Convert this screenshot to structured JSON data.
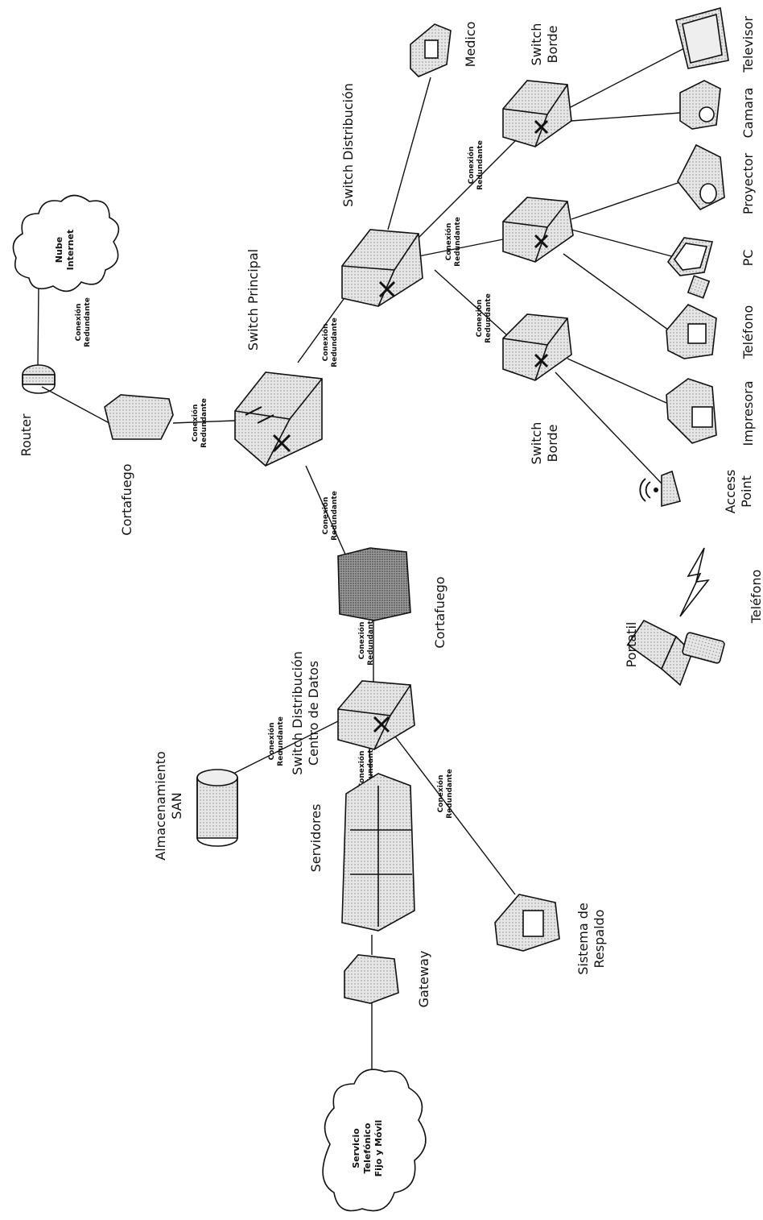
{
  "labels": {
    "router": "Router",
    "cortafuego_top": "Cortafuego",
    "switch_principal": "Switch Principal",
    "switch_distribucion": "Switch Distribución",
    "medico": "Medico",
    "switch_borde_top_1": "Switch",
    "switch_borde_top_2": "Borde",
    "switch_borde_bottom_1": "Switch",
    "switch_borde_bottom_2": "Borde",
    "televisor": "Televisor",
    "camara": "Camara",
    "proyector": "Proyector",
    "pc": "PC",
    "telefono_1": "Teléfono",
    "impresora": "Impresora",
    "access_point_1": "Access",
    "access_point_2": "Point",
    "portatil": "Portatil",
    "telefono_2": "Teléfono",
    "cortafuego_mid": "Cortafuego",
    "sw_dc_1": "Switch Distribución",
    "sw_dc_2": "Centro de Datos",
    "almacenamiento_1": "Almacenamiento",
    "almacenamiento_2": "SAN",
    "servidores": "Servidores",
    "gateway": "Gateway",
    "respaldo_1": "Sistema de",
    "respaldo_2": "Respaldo",
    "nube_1": "Nube",
    "nube_2": "Internet",
    "servicio_1": "Servicio",
    "servicio_2": "Telefónico",
    "servicio_3": "Fijo y Móvil"
  },
  "conn": {
    "line1": "Conexión",
    "line2": "Redundante"
  }
}
